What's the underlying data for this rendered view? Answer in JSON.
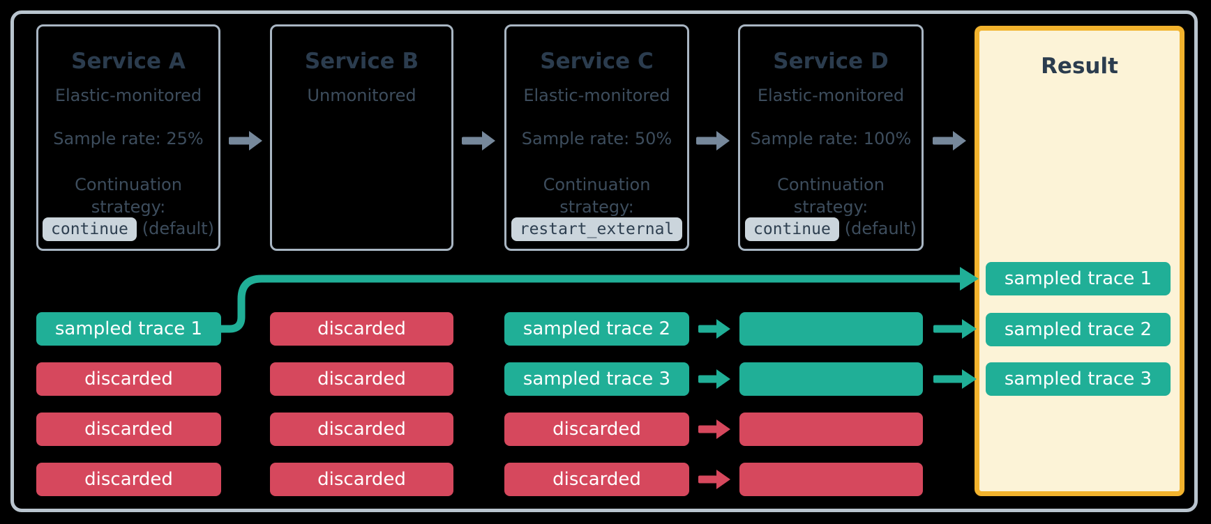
{
  "colors": {
    "background": "#000000",
    "frame_border": "#B9C4CE",
    "box_border": "#A9B6C3",
    "title_text": "#2B3C4E",
    "body_text": "#3D4D5D",
    "code_chip_bg": "#CBD5DC",
    "code_chip_text": "#2E3F50",
    "sampled": "#20AF97",
    "discarded": "#D6485D",
    "arrow": "#76889B",
    "result_border": "#F2B32D",
    "result_bg": "#FCF3D7",
    "chip_text": "#FFFFFF"
  },
  "services": [
    {
      "title": "Service A",
      "subtitle": "Elastic-monitored",
      "sample_rate": "Sample rate: 25%",
      "continuation_line1": "Continuation",
      "continuation_line2": "strategy:",
      "strategy_code": "continue",
      "strategy_note": "(default)"
    },
    {
      "title": "Service B",
      "subtitle": "Unmonitored"
    },
    {
      "title": "Service C",
      "subtitle": "Elastic-monitored",
      "sample_rate": "Sample rate: 50%",
      "continuation_line1": "Continuation",
      "continuation_line2": "strategy:",
      "strategy_code": "restart_external",
      "strategy_note": ""
    },
    {
      "title": "Service D",
      "subtitle": "Elastic-monitored",
      "sample_rate": "Sample rate: 100%",
      "continuation_line1": "Continuation",
      "continuation_line2": "strategy:",
      "strategy_code": "continue",
      "strategy_note": "(default)"
    }
  ],
  "result": {
    "title": "Result",
    "chips": [
      {
        "label": "sampled trace 1",
        "type": "sampled"
      },
      {
        "label": "sampled trace 2",
        "type": "sampled"
      },
      {
        "label": "sampled trace 3",
        "type": "sampled"
      }
    ]
  },
  "trace_columns": [
    {
      "service": "Service A",
      "chips": [
        {
          "label": "sampled trace 1",
          "type": "sampled"
        },
        {
          "label": "discarded",
          "type": "discarded"
        },
        {
          "label": "discarded",
          "type": "discarded"
        },
        {
          "label": "discarded",
          "type": "discarded"
        }
      ]
    },
    {
      "service": "Service B",
      "chips": [
        {
          "label": "discarded",
          "type": "discarded"
        },
        {
          "label": "discarded",
          "type": "discarded"
        },
        {
          "label": "discarded",
          "type": "discarded"
        },
        {
          "label": "discarded",
          "type": "discarded"
        }
      ]
    },
    {
      "service": "Service C",
      "chips": [
        {
          "label": "sampled trace 2",
          "type": "sampled"
        },
        {
          "label": "sampled trace 3",
          "type": "sampled"
        },
        {
          "label": "discarded",
          "type": "discarded"
        },
        {
          "label": "discarded",
          "type": "discarded"
        }
      ]
    },
    {
      "service": "Service D",
      "chips": [
        {
          "label": "",
          "type": "sampled"
        },
        {
          "label": "",
          "type": "sampled"
        },
        {
          "label": "",
          "type": "discarded"
        },
        {
          "label": "",
          "type": "discarded"
        }
      ]
    }
  ],
  "row_arrows": {
    "c_to_d": [
      "sampled",
      "sampled",
      "discarded",
      "discarded"
    ],
    "d_to_result": [
      "sampled",
      "sampled"
    ]
  }
}
